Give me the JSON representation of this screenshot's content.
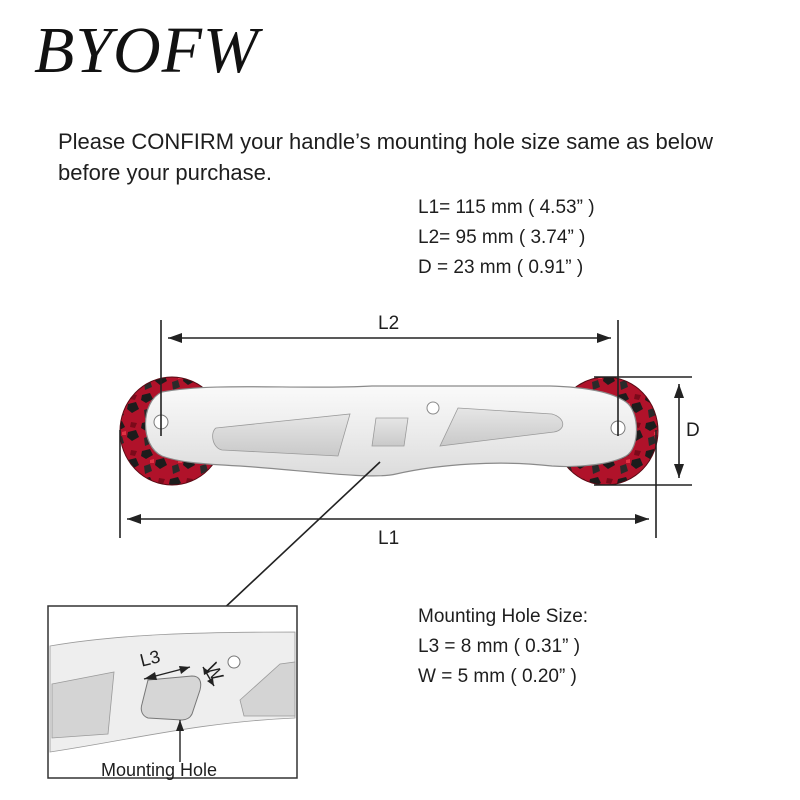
{
  "brand": "BYOFW",
  "notice": "Please CONFIRM your handle’s mounting hole size same as below before your purchase.",
  "specs": {
    "l1": "L1= 115 mm ( 4.53” )",
    "l2": "L2= 95 mm ( 3.74” )",
    "d": "D = 23 mm ( 0.91” )"
  },
  "labels": {
    "l1": "L1",
    "l2": "L2",
    "d": "D",
    "l3": "L3",
    "w": "W",
    "mounting_hole": "Mounting Hole"
  },
  "mounting_hole": {
    "title": "Mounting Hole Size:",
    "l3": "L3 = 8 mm ( 0.31” )",
    "w": "W = 5 mm ( 0.20” )"
  },
  "colors": {
    "knob_red": "#b0122a",
    "knob_dark": "#1c1c1c",
    "arm_silver": "#ededed",
    "line": "#222222"
  }
}
